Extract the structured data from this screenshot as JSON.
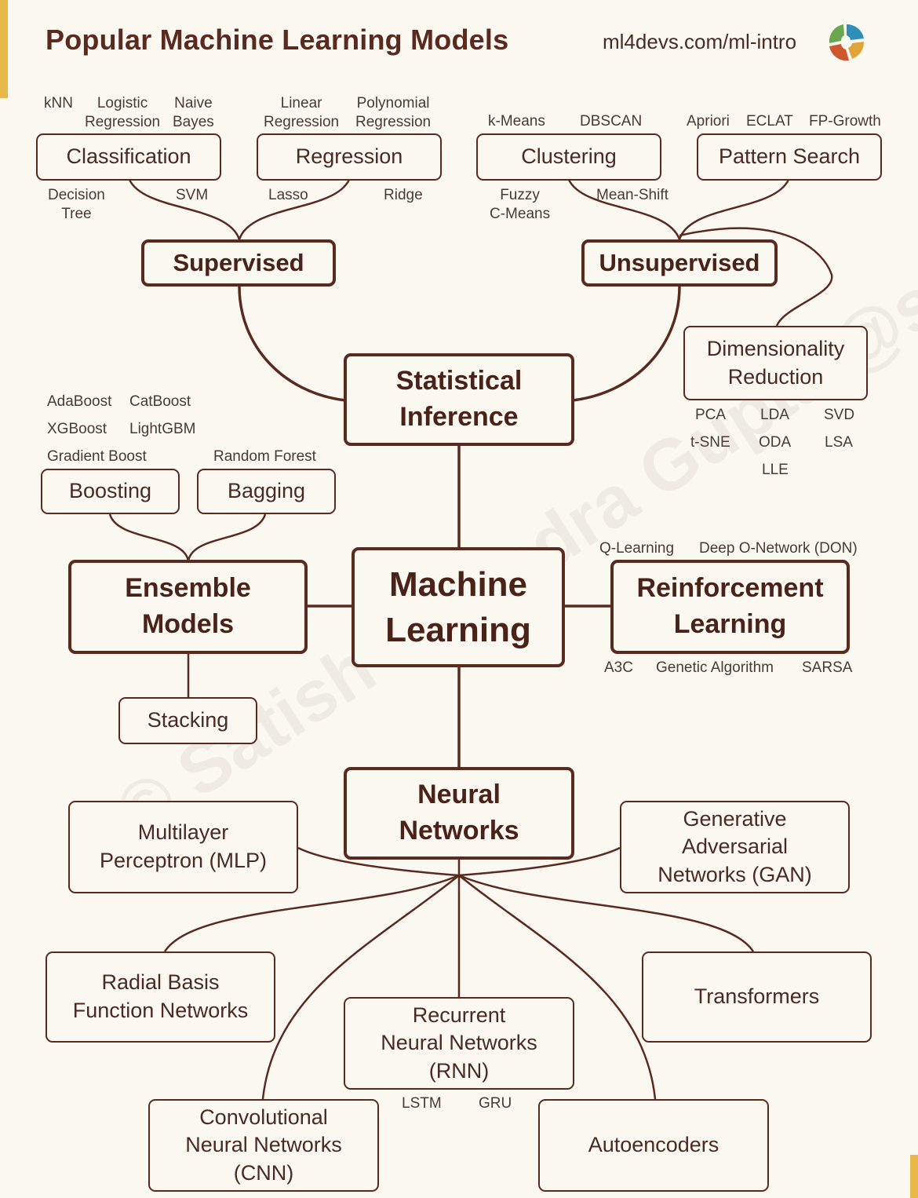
{
  "header": {
    "title": "Popular Machine Learning Models",
    "site": "ml4devs.com/ml-intro"
  },
  "watermark": "© Satish Chandra Gupta @scgupta",
  "colors": {
    "line": "#5a2a1e",
    "text": "#4a2a22",
    "background": "#fbf8f2",
    "accent": "#e8b84a"
  },
  "nodes": {
    "classification": "Classification",
    "regression": "Regression",
    "clustering": "Clustering",
    "pattern_search": "Pattern Search",
    "supervised": "Supervised",
    "unsupervised": "Unsupervised",
    "dimensionality_reduction": "Dimensionality\nReduction",
    "statistical_inference": "Statistical\nInference",
    "boosting": "Boosting",
    "bagging": "Bagging",
    "ensemble_models": "Ensemble\nModels",
    "machine_learning": "Machine\nLearning",
    "reinforcement_learning": "Reinforcement\nLearning",
    "stacking": "Stacking",
    "neural_networks": "Neural\nNetworks",
    "mlp": "Multilayer\nPerceptron (MLP)",
    "gan": "Generative\nAdversarial\nNetworks (GAN)",
    "rbf": "Radial Basis\nFunction Networks",
    "transformers": "Transformers",
    "rnn": "Recurrent\nNeural Networks\n(RNN)",
    "cnn": "Convolutional\nNeural Networks\n(CNN)",
    "autoencoders": "Autoencoders"
  },
  "labels": {
    "knn": "kNN",
    "logistic_regression": "Logistic\nRegression",
    "naive_bayes": "Naive\nBayes",
    "linear_regression": "Linear\nRegression",
    "polynomial_regression": "Polynomial\nRegression",
    "kmeans": "k-Means",
    "dbscan": "DBSCAN",
    "apriori": "Apriori",
    "eclat": "ECLAT",
    "fp_growth": "FP-Growth",
    "decision_tree": "Decision\nTree",
    "svm": "SVM",
    "lasso": "Lasso",
    "ridge": "Ridge",
    "fuzzy_cmeans": "Fuzzy\nC-Means",
    "mean_shift": "Mean-Shift",
    "pca": "PCA",
    "lda": "LDA",
    "svd": "SVD",
    "tsne": "t-SNE",
    "oda": "ODA",
    "lsa": "LSA",
    "lle": "LLE",
    "adaboost": "AdaBoost",
    "catboost": "CatBoost",
    "xgboost": "XGBoost",
    "lightgbm": "LightGBM",
    "gradient_boost": "Gradient Boost",
    "random_forest": "Random Forest",
    "q_learning": "Q-Learning",
    "dqn": "Deep O-Network (DON)",
    "a3c": "A3C",
    "genetic_algorithm": "Genetic Algorithm",
    "sarsa": "SARSA",
    "lstm": "LSTM",
    "gru": "GRU"
  }
}
